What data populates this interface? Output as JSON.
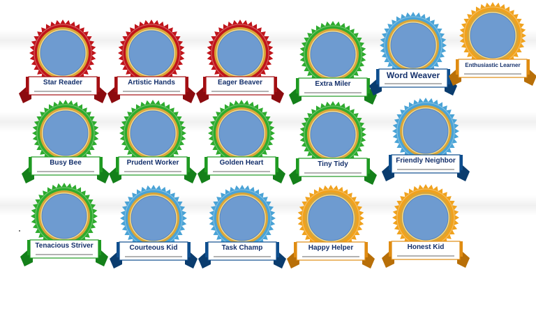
{
  "colors": {
    "red": {
      "ring": "#c0141a",
      "ribbon": "#a40f13",
      "tail": "#8c0b0f"
    },
    "green": {
      "ring": "#2eab2e",
      "ribbon": "#1f9a22",
      "tail": "#14801a"
    },
    "blue": {
      "ring": "#4aa3d6",
      "ribbon": "#0e4e8e",
      "tail": "#0a3c6e"
    },
    "gold": {
      "ring": "#f0a21e",
      "ribbon": "#e08c12",
      "tail": "#b86f08"
    },
    "face": "#6e9bd0",
    "label_text": "#14306b",
    "gold_rim": "#d8a53a"
  },
  "badges": [
    {
      "label": "Star Reader",
      "color": "red"
    },
    {
      "label": "Artistic Hands",
      "color": "red"
    },
    {
      "label": "Eager Beaver",
      "color": "red"
    },
    {
      "label": "Extra Miler",
      "color": "green"
    },
    {
      "label": "Word Weaver",
      "color": "blue"
    },
    {
      "label": "Enthusiastic Learner",
      "color": "gold"
    },
    {
      "label": "Busy Bee",
      "color": "green"
    },
    {
      "label": "Prudent Worker",
      "color": "green"
    },
    {
      "label": "Golden Heart",
      "color": "green"
    },
    {
      "label": "Tiny Tidy",
      "color": "green"
    },
    {
      "label": "Friendly Neighbor",
      "color": "blue"
    },
    {
      "label": "Tenacious Striver",
      "color": "green"
    },
    {
      "label": "Courteous Kid",
      "color": "blue"
    },
    {
      "label": "Task  Champ",
      "color": "blue"
    },
    {
      "label": "Happy  Helper",
      "color": "gold"
    },
    {
      "label": "Honest  Kid",
      "color": "gold"
    }
  ]
}
